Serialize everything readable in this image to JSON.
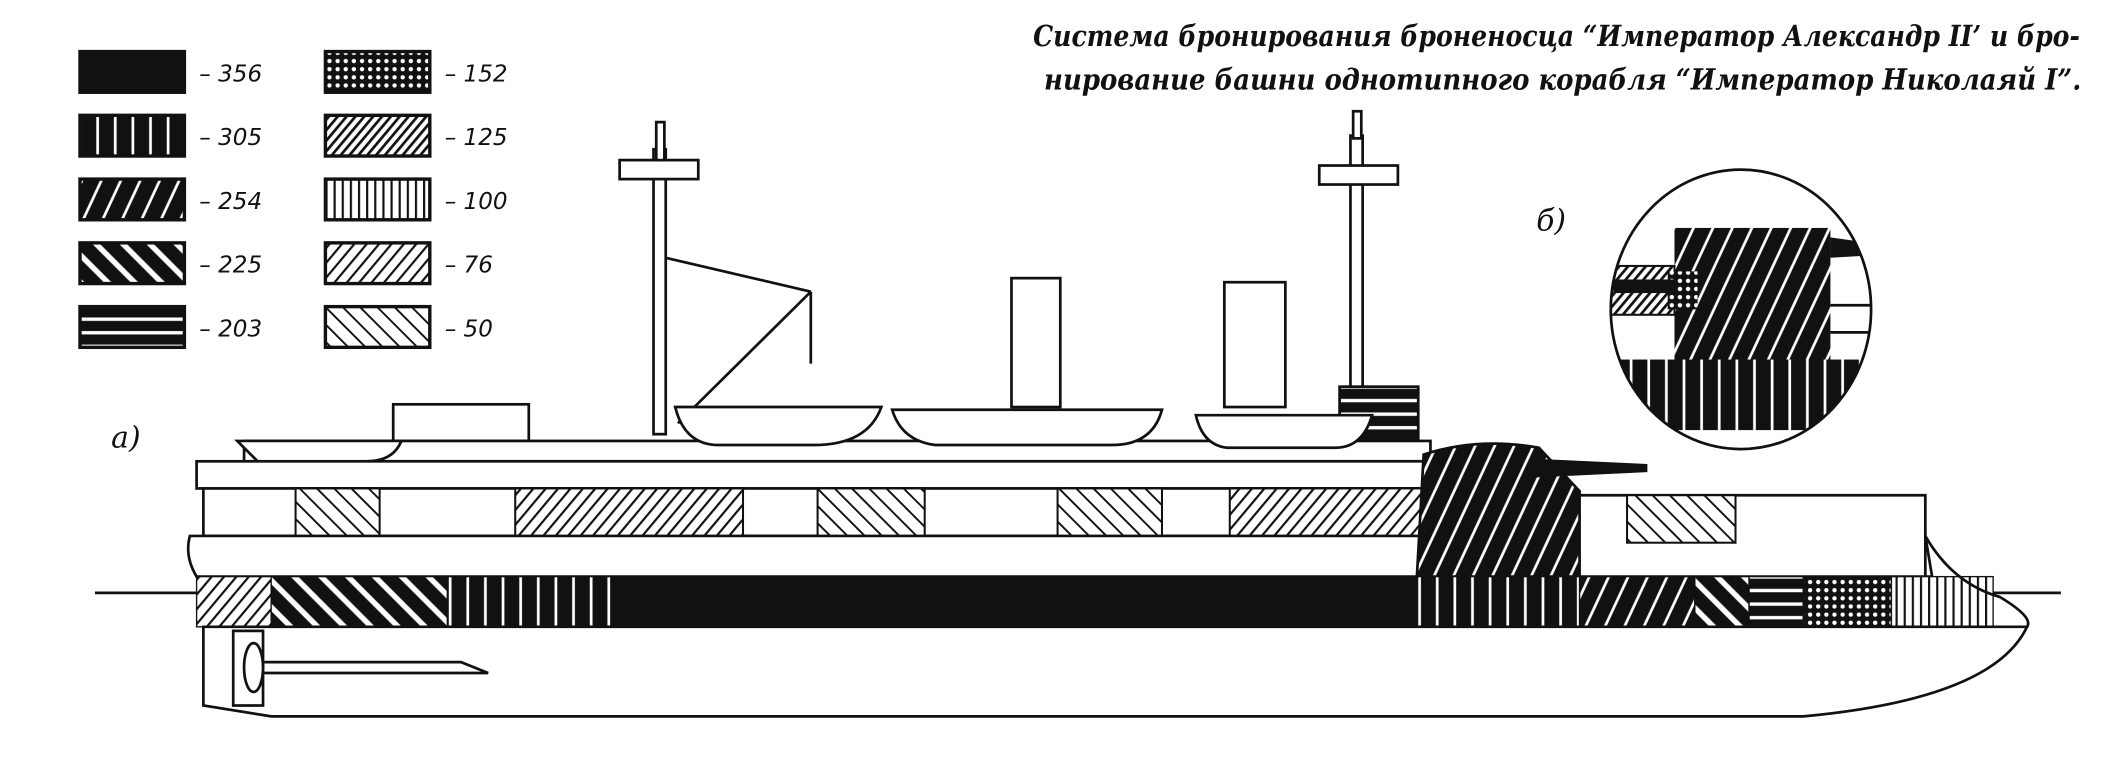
{
  "title": {
    "line1": "Система бронирования броненосца “Император Александр II’ и бро-",
    "line2": "нирование башни однотипного корабля “Император Николаяй I”."
  },
  "legend": [
    {
      "value": "– 356",
      "pattern": "p356"
    },
    {
      "value": "– 305",
      "pattern": "p305"
    },
    {
      "value": "– 254",
      "pattern": "p254"
    },
    {
      "value": "– 225",
      "pattern": "p225"
    },
    {
      "value": "– 203",
      "pattern": "p203"
    },
    {
      "value": "– 152",
      "pattern": "p152"
    },
    {
      "value": "– 125",
      "pattern": "p125"
    },
    {
      "value": "– 100",
      "pattern": "p100"
    },
    {
      "value": "– 76",
      "pattern": "p76"
    },
    {
      "value": "– 50",
      "pattern": "p50"
    }
  ],
  "labels": {
    "side_view": "а)",
    "turret_detail": "б)"
  }
}
